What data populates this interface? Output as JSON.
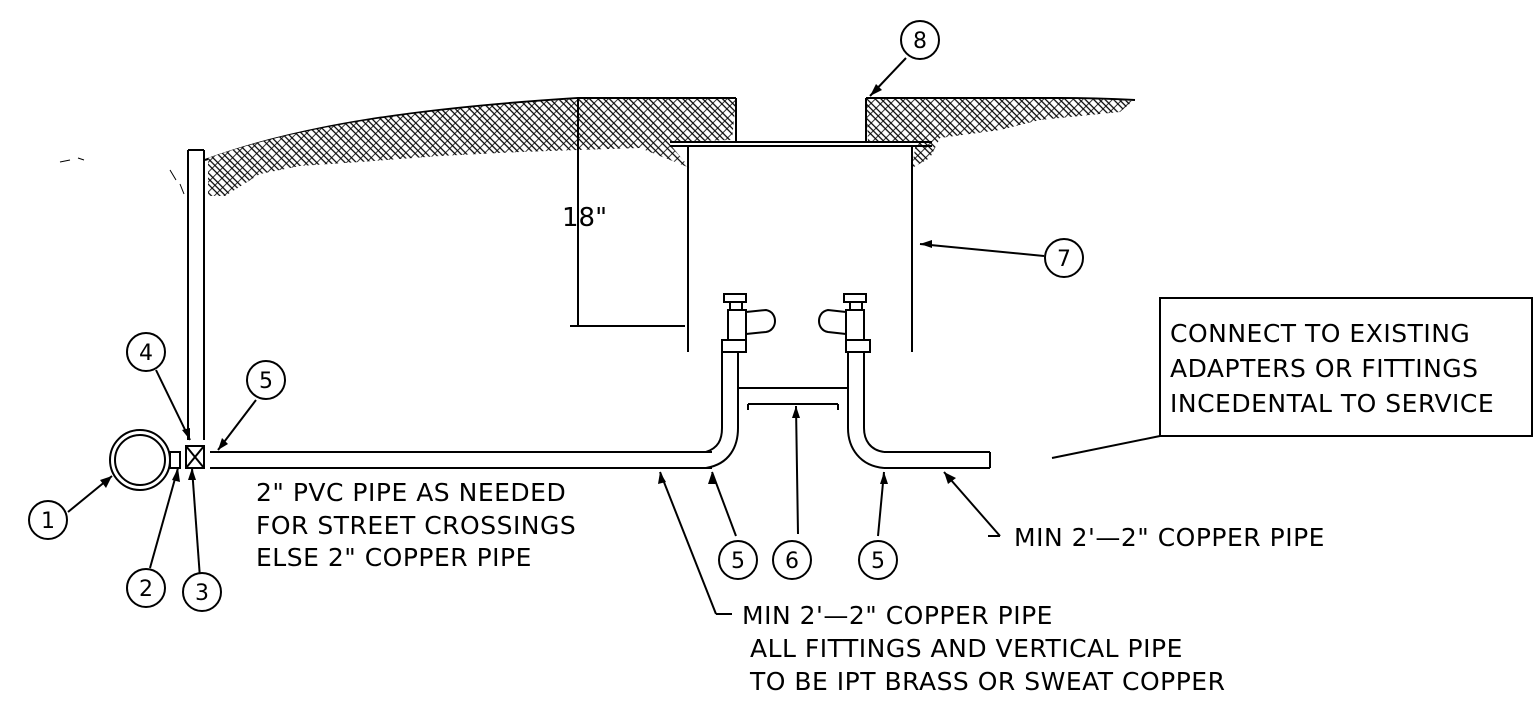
{
  "dimension_label": "18\"",
  "callouts": [
    "1",
    "2",
    "3",
    "4",
    "5",
    "5",
    "5",
    "6",
    "7",
    "8"
  ],
  "notes": {
    "pvc": [
      "2\" PVC PIPE AS NEEDED",
      "FOR STREET CROSSINGS",
      "ELSE 2\" COPPER PIPE"
    ],
    "copper_main": [
      "MIN 2'—2\" COPPER PIPE",
      "ALL FITTINGS AND VERTICAL PIPE",
      "TO BE IPT BRASS OR SWEAT COPPER"
    ],
    "copper_right": "MIN 2'—2\" COPPER PIPE",
    "connect_box": [
      "CONNECT TO EXISTING",
      "ADAPTERS OR FITTINGS",
      "INCEDENTAL TO SERVICE"
    ]
  },
  "colors": {
    "line": "#000000",
    "background": "#ffffff"
  }
}
